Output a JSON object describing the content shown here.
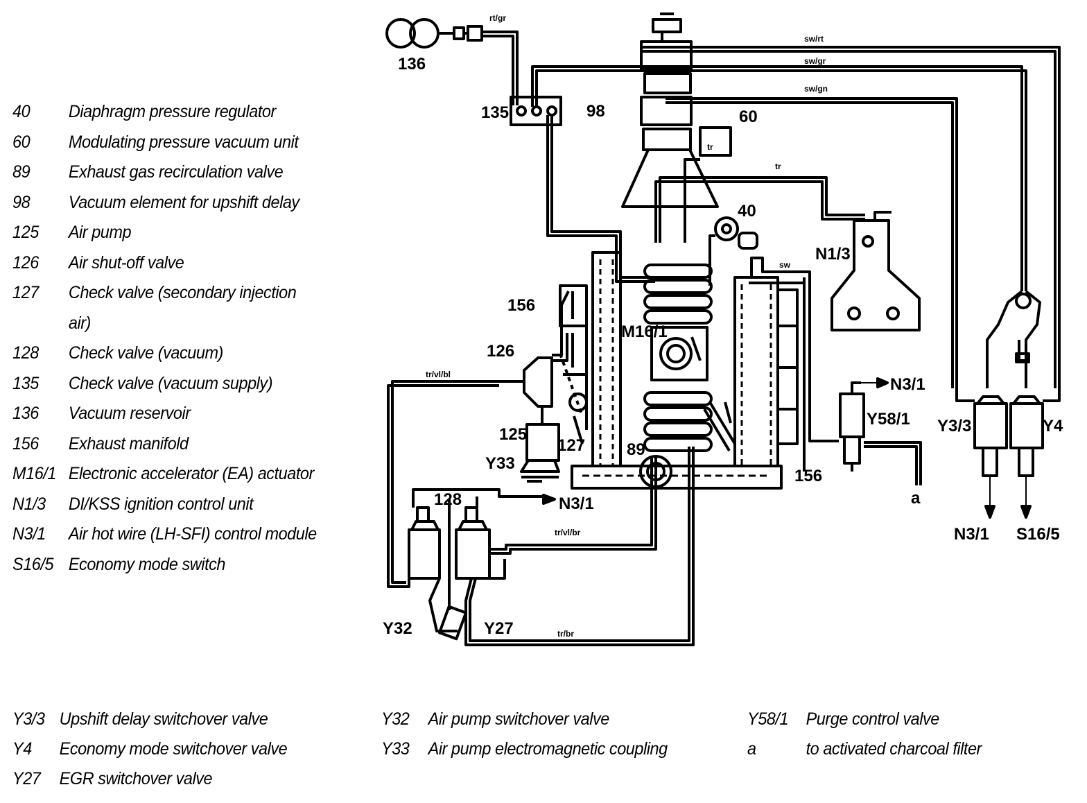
{
  "legend_left": [
    {
      "code": "40",
      "desc": "Diaphragm pressure regulator"
    },
    {
      "code": "60",
      "desc": "Modulating pressure vacuum unit"
    },
    {
      "code": "89",
      "desc": "Exhaust gas recirculation valve"
    },
    {
      "code": "98",
      "desc": "Vacuum element for upshift delay"
    },
    {
      "code": "125",
      "desc": "Air pump"
    },
    {
      "code": "126",
      "desc": "Air shut-off valve"
    },
    {
      "code": "127",
      "desc": "Check valve (secondary injection",
      "desc2": "air)"
    },
    {
      "code": "128",
      "desc": "Check valve (vacuum)"
    },
    {
      "code": "135",
      "desc": "Check valve (vacuum supply)"
    },
    {
      "code": "136",
      "desc": "Vacuum reservoir"
    },
    {
      "code": "156",
      "desc": "Exhaust manifold"
    },
    {
      "code": "M16/1",
      "desc": "Electronic accelerator (EA) actuator"
    },
    {
      "code": "N1/3",
      "desc": "DI/KSS ignition control unit"
    },
    {
      "code": "N3/1",
      "desc": "Air hot wire (LH-SFI) control module"
    },
    {
      "code": "S16/5",
      "desc": "Economy mode switch"
    }
  ],
  "legend_bottom": {
    "col1": [
      {
        "code": "Y3/3",
        "desc": "Upshift delay switchover valve"
      },
      {
        "code": "Y4",
        "desc": "Economy mode switchover valve"
      },
      {
        "code": "Y27",
        "desc": "EGR switchover valve"
      }
    ],
    "col2": [
      {
        "code": "Y32",
        "desc": "Air pump switchover valve"
      },
      {
        "code": "Y33",
        "desc": "Air pump electromagnetic coupling"
      }
    ],
    "col3": [
      {
        "code": "Y58/1",
        "desc": "Purge control valve"
      },
      {
        "code": "a",
        "desc": "to activated charcoal filter"
      }
    ]
  },
  "diagram": {
    "labels": {
      "l136": "136",
      "l135": "135",
      "l98": "98",
      "l60": "60",
      "l40": "40",
      "lN13": "N1/3",
      "l156a": "156",
      "lM161": "M16/1",
      "l126": "126",
      "l125": "125",
      "l127": "127",
      "lY33": "Y33",
      "l128": "128",
      "lN31a": "N3/1",
      "l89": "89",
      "l156b": "156",
      "lY581": "Y58/1",
      "lN31b": "N3/1",
      "lY33b": "Y3/3",
      "lY4": "Y4",
      "lN31c": "N3/1",
      "lS165": "S16/5",
      "la": "a",
      "lY32": "Y32",
      "lY27": "Y27"
    },
    "hose_codes": {
      "h1": "rt/gr",
      "h2": "sw/rt",
      "h3": "sw/gr",
      "h4": "sw/gn",
      "h5": "tr",
      "h6": "tr",
      "h7": "sw",
      "h8": "tr/vl/bl",
      "h9": "tr/vl/br",
      "h10": "tr/br"
    }
  }
}
